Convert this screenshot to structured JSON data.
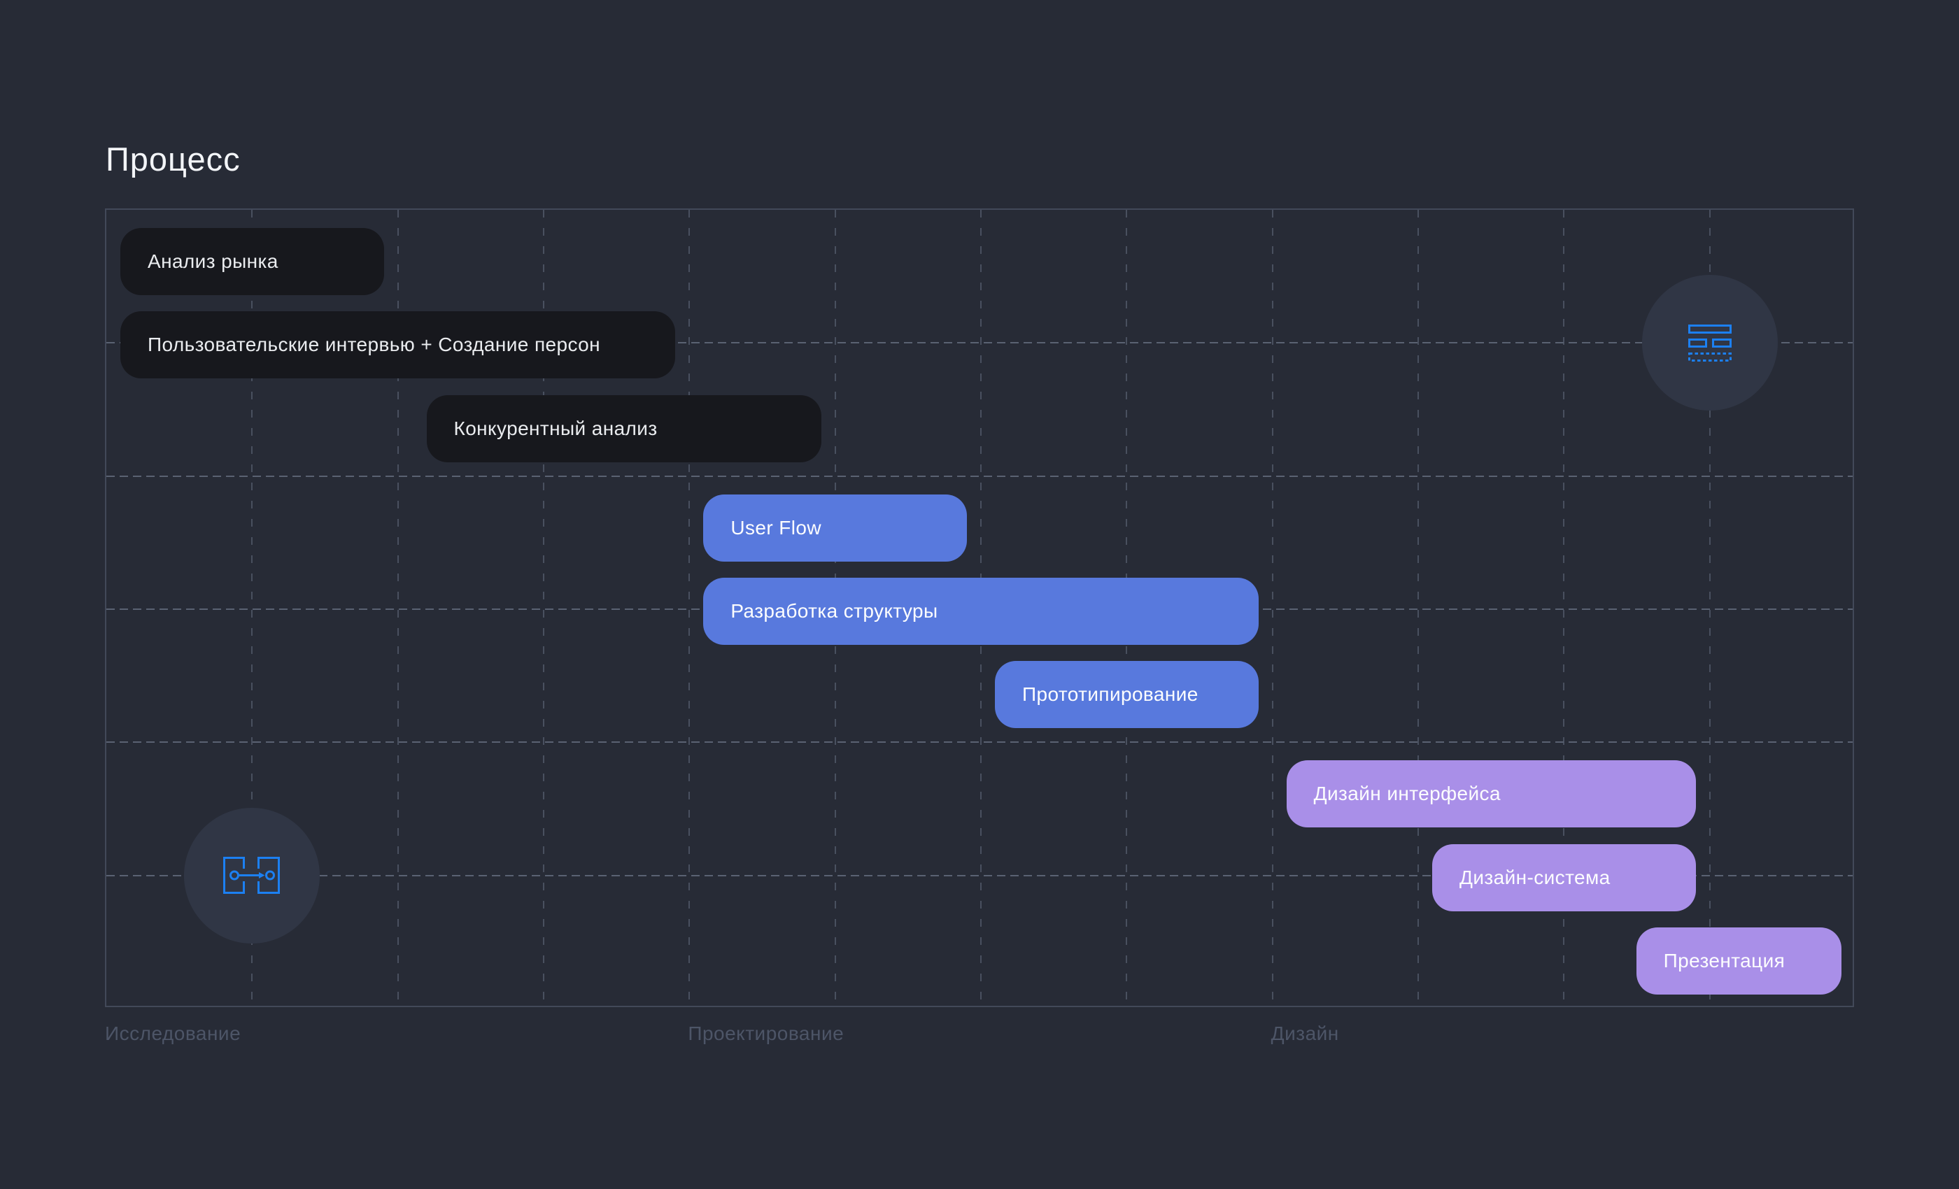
{
  "page": {
    "title": "Процесс"
  },
  "colors": {
    "page_bg": "#272B36",
    "title_text": "#F3F5F8",
    "chart_border": "#424959",
    "grid_line": "#49505F",
    "grid_line_h": "#5A6272",
    "circle_fill": "#303645",
    "icon_blue": "#1C80F2",
    "dark_bar": "#17181D",
    "blue_bar": "#5879DD",
    "purple_bar": "#A98FE8",
    "bar_text": "#FCFDFE",
    "phase_label": "#4D5567"
  },
  "chart_data": {
    "type": "gantt",
    "title": "Процесс",
    "columns": 12,
    "bands": 3,
    "grid": "dashed",
    "legend_position": "none",
    "phases": [
      {
        "label": "Исследование",
        "col": 0
      },
      {
        "label": "Проектирование",
        "col": 4
      },
      {
        "label": "Дизайн",
        "col": 8
      }
    ],
    "tasks": [
      {
        "label": "Анализ рынка",
        "phase": "Исследование",
        "band": 0,
        "lane": 0,
        "col_start": 0,
        "col_end": 2,
        "color": "dark_bar"
      },
      {
        "label": "Пользовательские интервью + Создание персон",
        "phase": "Исследование",
        "band": 0,
        "lane": 1,
        "col_start": 0,
        "col_end": 4,
        "color": "dark_bar"
      },
      {
        "label": "Конкурентный анализ",
        "phase": "Исследование",
        "band": 0,
        "lane": 2,
        "col_start": 2.1,
        "col_end": 5,
        "color": "dark_bar"
      },
      {
        "label": "User Flow",
        "phase": "Проектирование",
        "band": 1,
        "lane": 0,
        "col_start": 4,
        "col_end": 6,
        "color": "blue_bar"
      },
      {
        "label": "Разработка структуры",
        "phase": "Проектирование",
        "band": 1,
        "lane": 1,
        "col_start": 4,
        "col_end": 8,
        "color": "blue_bar"
      },
      {
        "label": "Прототипирование",
        "phase": "Проектирование",
        "band": 1,
        "lane": 2,
        "col_start": 6,
        "col_end": 8,
        "color": "blue_bar"
      },
      {
        "label": "Дизайн интерфейса",
        "phase": "Дизайн",
        "band": 2,
        "lane": 0,
        "col_start": 8,
        "col_end": 11,
        "color": "purple_bar"
      },
      {
        "label": "Дизайн-система",
        "phase": "Дизайн",
        "band": 2,
        "lane": 1,
        "col_start": 9,
        "col_end": 11,
        "color": "purple_bar"
      },
      {
        "label": "Презентация",
        "phase": "Дизайн",
        "band": 2,
        "lane": 2,
        "col_start": 10.4,
        "col_end": 12,
        "color": "purple_bar"
      }
    ]
  },
  "icons": {
    "top_right": "wireframe-layout-icon",
    "bottom_left": "user-flow-icon"
  }
}
